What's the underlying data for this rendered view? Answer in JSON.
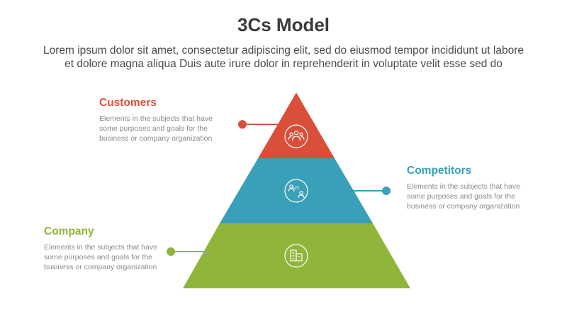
{
  "header": {
    "title": "3Cs Model",
    "subtitle_line1": "Lorem ipsum dolor sit amet, consectetur adipiscing elit, sed do eiusmod tempor incididunt ut labore",
    "subtitle_line2": "et dolore magna aliqua Duis aute irure dolor in reprehenderit in voluptate velit esse sed do"
  },
  "layers": [
    {
      "heading": "Customers",
      "desc_line1": "Elements in the subjects that have",
      "desc_line2": "some purposes and goals for the",
      "desc_line3": "business or company organization",
      "color": "#d94f3a",
      "icon": "people-group-icon"
    },
    {
      "heading": "Competitors",
      "desc_line1": "Elements in the subjects that have",
      "desc_line2": "some purposes and goals for the",
      "desc_line3": "business or company organization",
      "color": "#3a9fb8",
      "icon": "versus-icon"
    },
    {
      "heading": "Company",
      "desc_line1": "Elements in the subjects that have",
      "desc_line2": "some purposes and goals for the",
      "desc_line3": "business or company organization",
      "color": "#8fb53a",
      "icon": "building-icon"
    }
  ]
}
